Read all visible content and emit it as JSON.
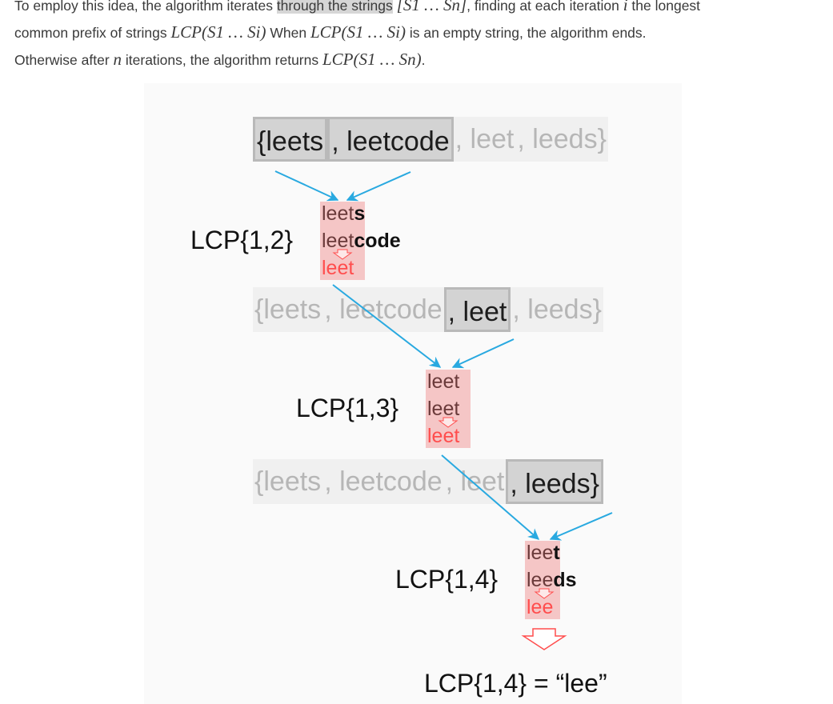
{
  "paragraph": {
    "line1_a": "To employ this idea, the algorithm iterates ",
    "line1_hl": "through the strings",
    "line1_math": "[S1 … Sn]",
    "line1_b": ", finding at each iteration ",
    "line1_math2": "i",
    "line1_c": " the longest",
    "line2_a": "common prefix of strings ",
    "line2_math": "LCP(S1 … Si)",
    "line2_b": " When ",
    "line2_math2": "LCP(S1 … Si)",
    "line2_c": " is an empty string, the algorithm ends.",
    "line3_a": "Otherwise after ",
    "line3_math": "n",
    "line3_b": " iterations, the algorithm returns ",
    "line3_math2": "LCP(S1 … Sn)",
    "line3_c": "."
  },
  "figure": {
    "set_open": "{",
    "set_close": "}",
    "sep": ", ",
    "strings": [
      "leets",
      "leetcode",
      "leet",
      "leeds"
    ],
    "steps": [
      {
        "label": "LCP{1,2}",
        "word1": {
          "prefix": "leet",
          "suffix": "s"
        },
        "word2": {
          "prefix": "leet",
          "suffix": "code"
        },
        "result": "leet"
      },
      {
        "label": "LCP{1,3}",
        "word1": {
          "prefix": "leet",
          "suffix": ""
        },
        "word2": {
          "prefix": "leet",
          "suffix": ""
        },
        "result": "leet"
      },
      {
        "label": "LCP{1,4}",
        "word1": {
          "prefix": "lee",
          "suffix": "t"
        },
        "word2": {
          "prefix": "lee",
          "suffix": "ds"
        },
        "result": "lee"
      }
    ],
    "final": "LCP{1,4} = “lee”"
  },
  "colors": {
    "arrow": "#29a9e0",
    "result_red": "#ff4d4d",
    "highlight_pink": "#f5c6c6",
    "active_box": "#d3d3d3"
  }
}
